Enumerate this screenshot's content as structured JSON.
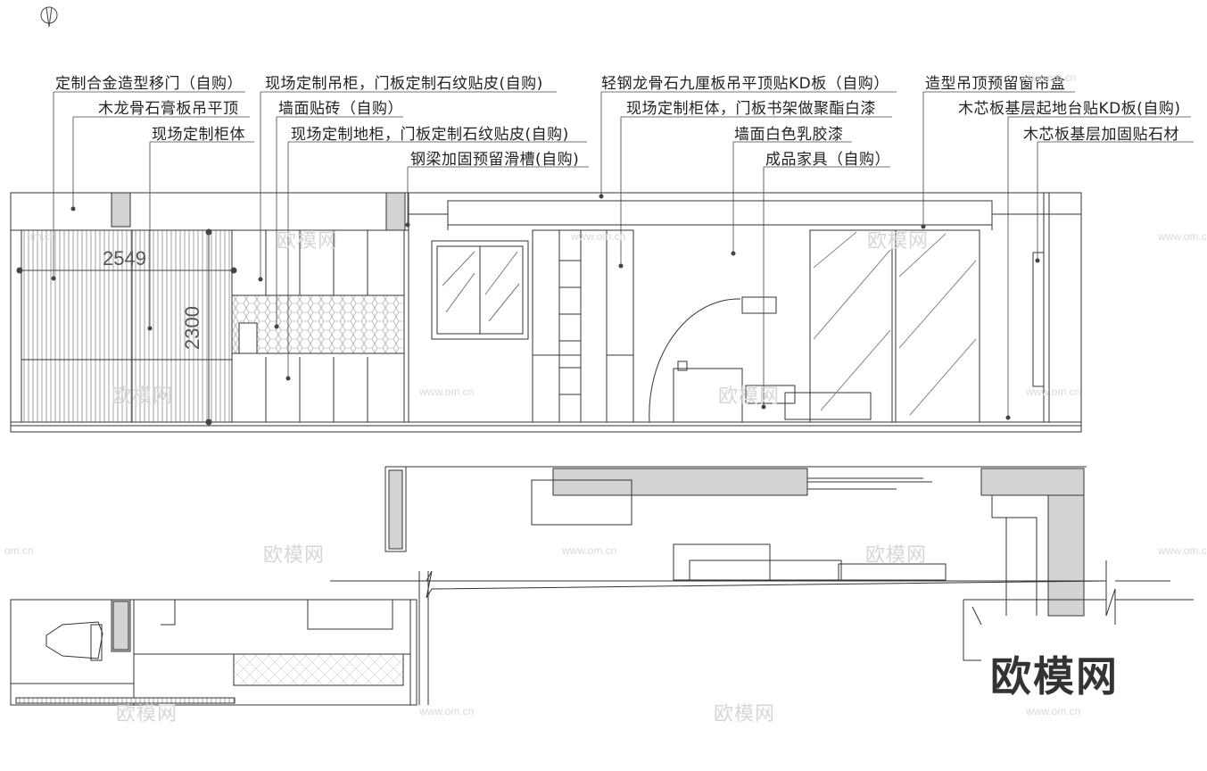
{
  "labels": {
    "l1": "定制合金造型移门（自购）",
    "l2": "木龙骨石膏板吊平顶",
    "l3": "现场定制柜体",
    "l4": "现场定制吊柜，门板定制石纹贴皮(自购)",
    "l5": "墙面贴砖（自购）",
    "l6": "现场定制地柜，门板定制石纹贴皮(自购)",
    "l7": "钢梁加固预留滑槽(自购)",
    "l8": "轻钢龙骨石九厘板吊平顶贴KD板（自购）",
    "l9": "现场定制柜体，门板书架做聚酯白漆",
    "l10": "墙面白色乳胶漆",
    "l11": "成品家具（自购）",
    "l12": "造型吊顶预留窗帘盒",
    "l13": "木芯板基层起地台贴KD板(自购)",
    "l14": "木芯板基层加固贴石材"
  },
  "dimensions": {
    "width": "2549",
    "height": "2300"
  },
  "watermark": {
    "brand": "欧模网",
    "url": "www.om.cn",
    "partial_url": "om.cn"
  },
  "logo": "欧模网",
  "colors": {
    "line": "#333333",
    "fill_gray": "#d3d3d3",
    "leader": "#444444"
  }
}
